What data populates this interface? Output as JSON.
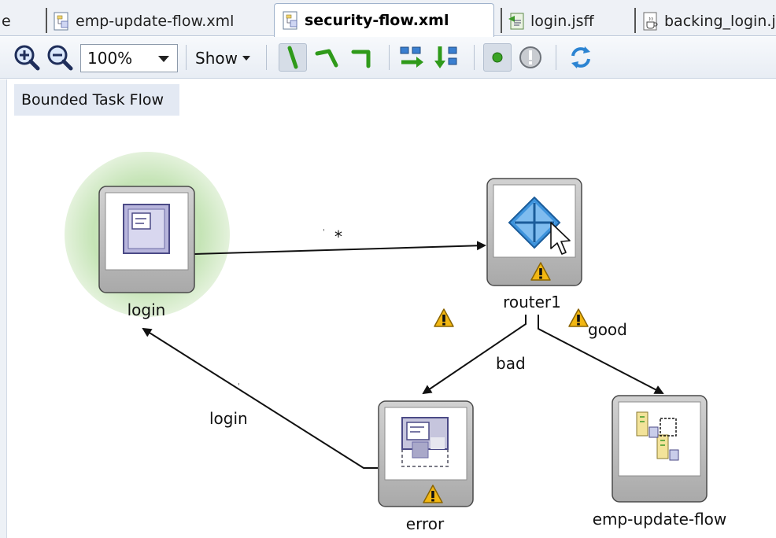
{
  "tabs": [
    {
      "label": "e",
      "active": false
    },
    {
      "label": "emp-update-flow.xml",
      "active": false
    },
    {
      "label": "security-flow.xml",
      "active": true
    },
    {
      "label": "login.jsff",
      "active": false
    },
    {
      "label": "backing_login.ja",
      "active": false
    }
  ],
  "toolbar": {
    "zoom_in_icon": "zoom-in-icon",
    "zoom_out_icon": "zoom-out-icon",
    "zoom_value": "100%",
    "show_label": "Show"
  },
  "canvas": {
    "flow_type": "Bounded Task Flow"
  },
  "nodes": {
    "login": "login",
    "router": "router1",
    "error": "error",
    "task_flow_call": "emp-update-flow"
  },
  "edges": {
    "wildcard": "*",
    "bad": "bad",
    "good": "good",
    "login": "login"
  },
  "colors": {
    "warning": "#f2b712",
    "default_activity_halo": "#bfe0b0",
    "router_blue": "#2c84d2",
    "toolbar_green": "#2f9a1a"
  }
}
